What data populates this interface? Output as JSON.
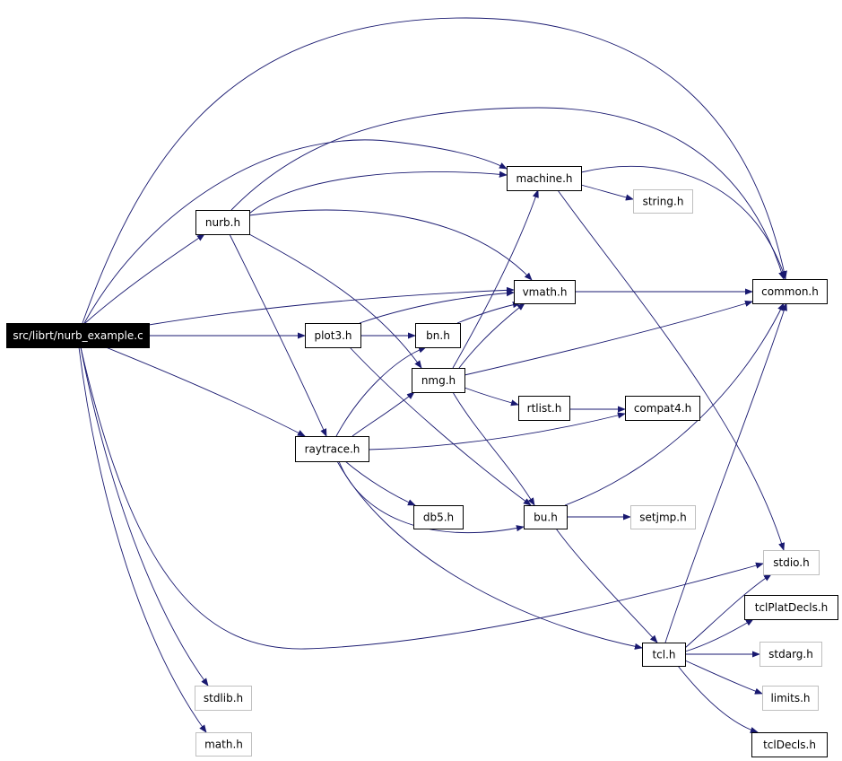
{
  "diagram": {
    "colors": {
      "edge": "#191970",
      "root_fill": "#000000",
      "root_text": "#ffffff",
      "node_border": "#000000",
      "leaf_border": "#bfbfbf",
      "node_text": "#000000"
    },
    "nodes": [
      {
        "id": "nurb_example",
        "label": "src/librt/nurb_example.c"
      },
      {
        "id": "nurb",
        "label": "nurb.h"
      },
      {
        "id": "machine",
        "label": "machine.h"
      },
      {
        "id": "string",
        "label": "string.h"
      },
      {
        "id": "common",
        "label": "common.h"
      },
      {
        "id": "vmath",
        "label": "vmath.h"
      },
      {
        "id": "plot3",
        "label": "plot3.h"
      },
      {
        "id": "bn",
        "label": "bn.h"
      },
      {
        "id": "nmg",
        "label": "nmg.h"
      },
      {
        "id": "rtlist",
        "label": "rtlist.h"
      },
      {
        "id": "compat4",
        "label": "compat4.h"
      },
      {
        "id": "raytrace",
        "label": "raytrace.h"
      },
      {
        "id": "db5",
        "label": "db5.h"
      },
      {
        "id": "bu",
        "label": "bu.h"
      },
      {
        "id": "setjmp",
        "label": "setjmp.h"
      },
      {
        "id": "stdio",
        "label": "stdio.h"
      },
      {
        "id": "tclPlatDecls",
        "label": "tclPlatDecls.h"
      },
      {
        "id": "tcl",
        "label": "tcl.h"
      },
      {
        "id": "stdarg",
        "label": "stdarg.h"
      },
      {
        "id": "limits",
        "label": "limits.h"
      },
      {
        "id": "tclDecls",
        "label": "tclDecls.h"
      },
      {
        "id": "stdlib",
        "label": "stdlib.h"
      },
      {
        "id": "math",
        "label": "math.h"
      }
    ],
    "edges": [
      [
        "nurb_example",
        "common"
      ],
      [
        "nurb_example",
        "machine"
      ],
      [
        "nurb_example",
        "nurb"
      ],
      [
        "nurb_example",
        "vmath"
      ],
      [
        "nurb_example",
        "plot3"
      ],
      [
        "nurb_example",
        "raytrace"
      ],
      [
        "nurb_example",
        "stdio"
      ],
      [
        "nurb_example",
        "stdlib"
      ],
      [
        "nurb_example",
        "math"
      ],
      [
        "nurb",
        "common"
      ],
      [
        "nurb",
        "machine"
      ],
      [
        "nurb",
        "vmath"
      ],
      [
        "nurb",
        "nmg"
      ],
      [
        "nurb",
        "raytrace"
      ],
      [
        "machine",
        "common"
      ],
      [
        "machine",
        "string"
      ],
      [
        "machine",
        "stdio"
      ],
      [
        "vmath",
        "common"
      ],
      [
        "plot3",
        "vmath"
      ],
      [
        "plot3",
        "bn"
      ],
      [
        "plot3",
        "bu"
      ],
      [
        "bn",
        "vmath"
      ],
      [
        "nmg",
        "machine"
      ],
      [
        "nmg",
        "vmath"
      ],
      [
        "nmg",
        "common"
      ],
      [
        "nmg",
        "rtlist"
      ],
      [
        "nmg",
        "bu"
      ],
      [
        "rtlist",
        "compat4"
      ],
      [
        "raytrace",
        "bn"
      ],
      [
        "raytrace",
        "nmg"
      ],
      [
        "raytrace",
        "compat4"
      ],
      [
        "raytrace",
        "db5"
      ],
      [
        "raytrace",
        "bu"
      ],
      [
        "raytrace",
        "tcl"
      ],
      [
        "bu",
        "common"
      ],
      [
        "bu",
        "setjmp"
      ],
      [
        "bu",
        "tcl"
      ],
      [
        "tcl",
        "common"
      ],
      [
        "tcl",
        "stdio"
      ],
      [
        "tcl",
        "tclPlatDecls"
      ],
      [
        "tcl",
        "stdarg"
      ],
      [
        "tcl",
        "limits"
      ],
      [
        "tcl",
        "tclDecls"
      ]
    ]
  }
}
